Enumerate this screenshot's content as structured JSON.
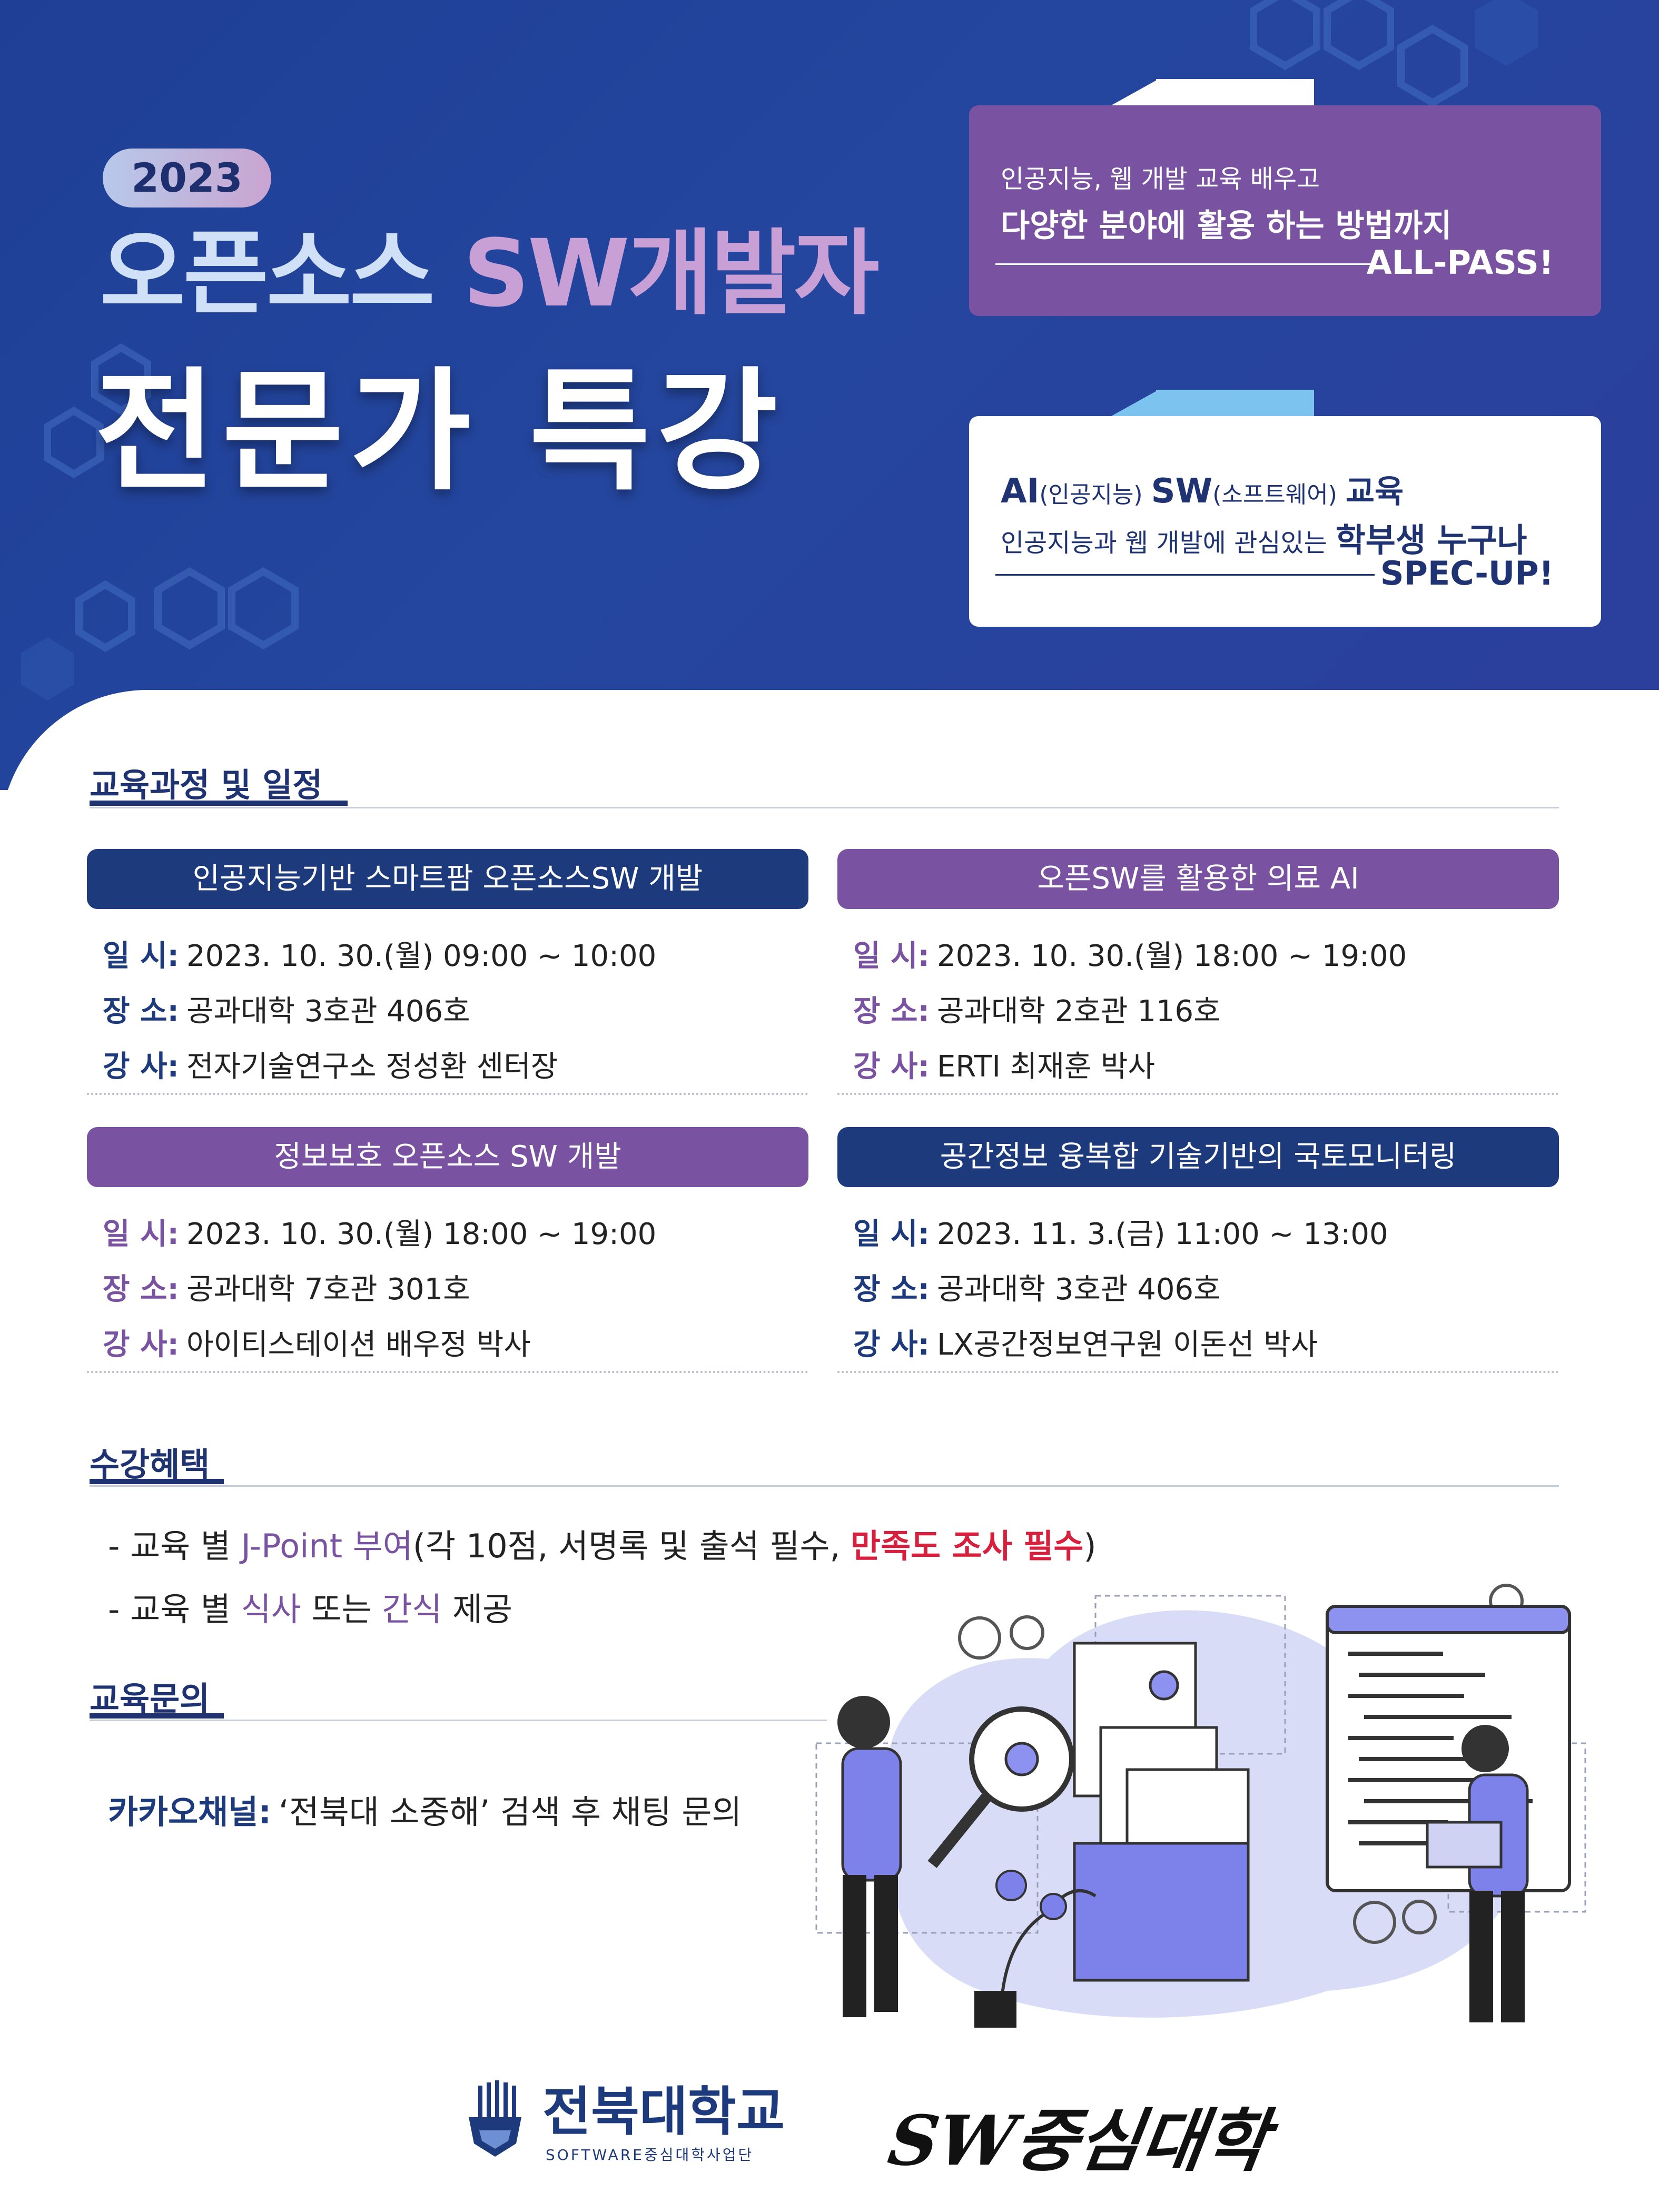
{
  "hero": {
    "year": "2023",
    "title_part1": "오픈소스",
    "title_part2": "SW개발자",
    "title_line2": "전문가 특강"
  },
  "promo_box_1": {
    "line1": "인공지능, 웹 개발 교육 배우고",
    "line2": "다양한 분야에 활용 하는 방법까지",
    "tagline": "ALL-PASS!"
  },
  "promo_box_2": {
    "ai": "AI",
    "ai_paren": "(인공지능)",
    "sw": "SW",
    "sw_paren": "(소프트웨어)",
    "edu": "교육",
    "line2_pre": "인공지능과 웹 개발에 관심있는",
    "line2_bold": "학부생 누구나",
    "tagline": "SPEC-UP!"
  },
  "schedule": {
    "title": "교육과정 및 일정",
    "labels": {
      "date": "일 시:",
      "place": "장 소:",
      "lecturer": "강 사:"
    },
    "courses": [
      {
        "name": "인공지능기반 스마트팜 오픈소스SW 개발",
        "date": "2023. 10. 30.(월) 09:00 ~ 10:00",
        "place": "공과대학 3호관 406호",
        "lecturer": "전자기술연구소 정성환 센터장"
      },
      {
        "name": "오픈SW를 활용한 의료 AI",
        "date": "2023. 10. 30.(월) 18:00 ~ 19:00",
        "place": "공과대학 2호관 116호",
        "lecturer": "ERTI 최재훈 박사"
      },
      {
        "name": "정보보호 오픈소스 SW 개발",
        "date": "2023. 10. 30.(월) 18:00 ~ 19:00",
        "place": "공과대학 7호관 301호",
        "lecturer": "아이티스테이션 배우정 박사"
      },
      {
        "name": "공간정보 융복합 기술기반의 국토모니터링",
        "date": "2023. 11. 3.(금) 11:00 ~ 13:00",
        "place": "공과대학 3호관 406호",
        "lecturer": "LX공간정보연구원 이돈선 박사"
      }
    ]
  },
  "benefits": {
    "title": "수강혜택",
    "item1": {
      "pre": "- 교육 별 ",
      "hl": "J-Point 부여",
      "mid": "(각 10점, 서명록 및 출석 필수, ",
      "red": "만족도 조사 필수",
      "post": ")"
    },
    "item2": {
      "pre": "- 교육 별 ",
      "hl1": "식사",
      "mid": " 또는 ",
      "hl2": "간식",
      "post": " 제공"
    }
  },
  "inquiry": {
    "title": "교육문의",
    "label": "카카오채널:",
    "text": "‘전북대 소중해’ 검색 후 채팅 문의"
  },
  "footer": {
    "university": "전북대학교",
    "program": "SOFTWARE중심대학사업단",
    "sw_logo": "SW중심대학"
  },
  "colors": {
    "navy": "#1d3a7d",
    "purple": "#7953a1",
    "red": "#d8203e",
    "hero_blue": "#24469e"
  }
}
